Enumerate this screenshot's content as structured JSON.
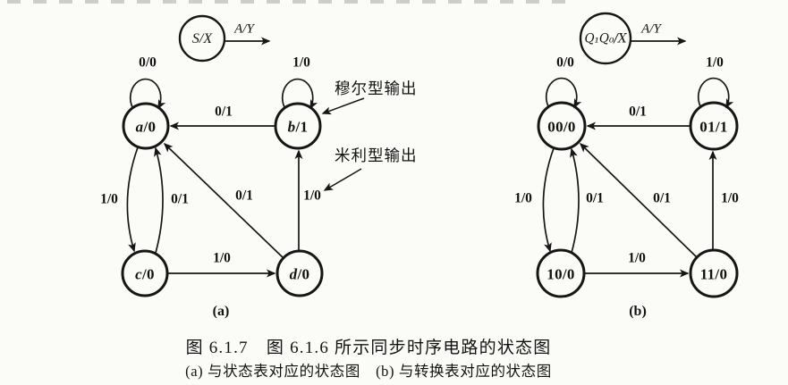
{
  "figure": {
    "caption_line1": "图 6.1.7　图 6.1.6 所示同步时序电路的状态图",
    "caption_line2": "(a) 与状态表对应的状态图　(b) 与转换表对应的状态图"
  },
  "annotations": {
    "moore_output": "穆尔型输出",
    "mealy_output": "米利型输出"
  },
  "diagram_a": {
    "sublabel": "(a)",
    "legend": {
      "node_label": "S/X",
      "arrow_label": "A/Y"
    },
    "states": [
      {
        "name": "a",
        "suffix": "/0"
      },
      {
        "name": "b",
        "suffix": "/1"
      },
      {
        "name": "c",
        "suffix": "/0"
      },
      {
        "name": "d",
        "suffix": "/0"
      }
    ],
    "edges": [
      {
        "from": "a",
        "to": "a",
        "label": "0/0"
      },
      {
        "from": "b",
        "to": "b",
        "label": "1/0"
      },
      {
        "from": "b",
        "to": "a",
        "label": "0/1"
      },
      {
        "from": "a",
        "to": "c",
        "label": "1/0"
      },
      {
        "from": "c",
        "to": "a",
        "label": "0/1"
      },
      {
        "from": "d",
        "to": "a",
        "label": "0/1"
      },
      {
        "from": "d",
        "to": "b",
        "label": "1/0"
      },
      {
        "from": "c",
        "to": "d",
        "label": "1/0"
      }
    ]
  },
  "diagram_b": {
    "sublabel": "(b)",
    "legend": {
      "node_label": "Q₁Q₀/X",
      "arrow_label": "A/Y"
    },
    "states": [
      {
        "name": "00",
        "suffix": "/0"
      },
      {
        "name": "01",
        "suffix": "/1"
      },
      {
        "name": "10",
        "suffix": "/0"
      },
      {
        "name": "11",
        "suffix": "/0"
      }
    ],
    "edges": [
      {
        "from": "00",
        "to": "00",
        "label": "0/0"
      },
      {
        "from": "01",
        "to": "01",
        "label": "1/0"
      },
      {
        "from": "01",
        "to": "00",
        "label": "0/1"
      },
      {
        "from": "00",
        "to": "10",
        "label": "1/0"
      },
      {
        "from": "10",
        "to": "00",
        "label": "0/1"
      },
      {
        "from": "11",
        "to": "00",
        "label": "0/1"
      },
      {
        "from": "11",
        "to": "01",
        "label": "1/0"
      },
      {
        "from": "10",
        "to": "11",
        "label": "1/0"
      }
    ]
  }
}
